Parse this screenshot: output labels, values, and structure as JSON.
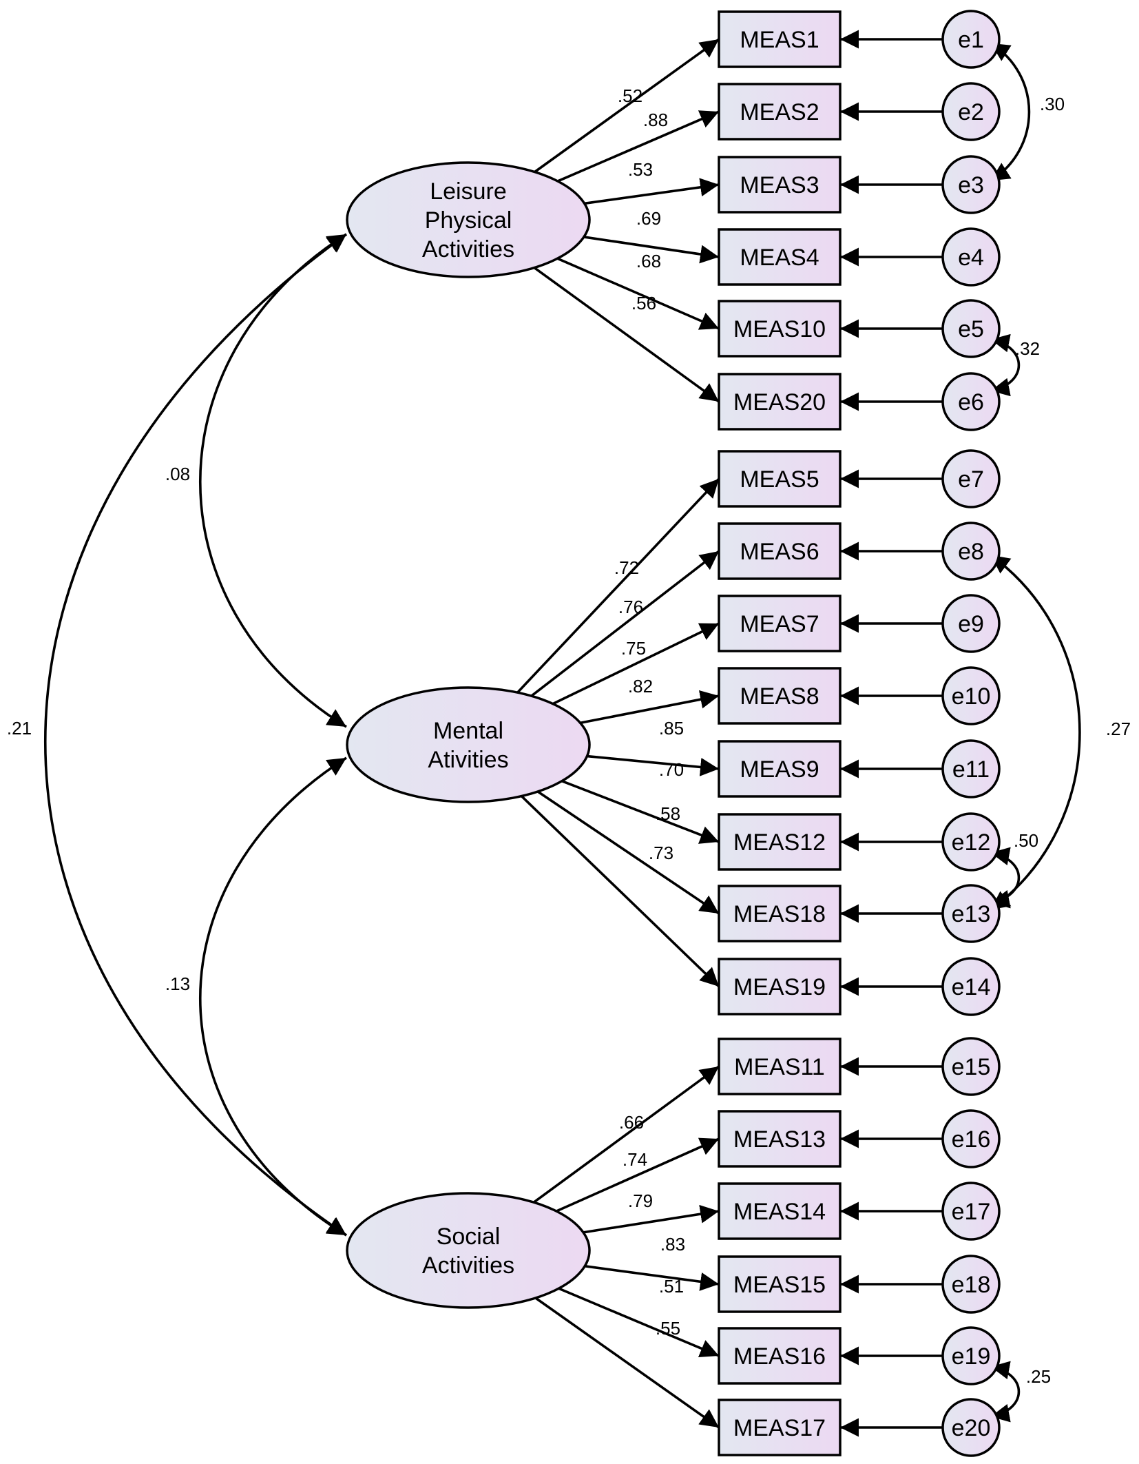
{
  "colors": {
    "fill_left": "#e3e7f1",
    "fill_right": "#ecd9f2",
    "stroke": "#000000",
    "background": "#ffffff"
  },
  "latents": [
    {
      "id": "lpa",
      "lines": [
        "Leisure",
        "Physical",
        "Activities"
      ]
    },
    {
      "id": "ma",
      "lines": [
        "Mental",
        "Ativities"
      ]
    },
    {
      "id": "sa",
      "lines": [
        "Social",
        "Activities"
      ]
    }
  ],
  "indicators": [
    {
      "label": "MEAS1",
      "factor": "lpa",
      "loading": ".52",
      "error": "e1"
    },
    {
      "label": "MEAS2",
      "factor": "lpa",
      "loading": ".88",
      "error": "e2"
    },
    {
      "label": "MEAS3",
      "factor": "lpa",
      "loading": ".53",
      "error": "e3"
    },
    {
      "label": "MEAS4",
      "factor": "lpa",
      "loading": ".69",
      "error": "e4"
    },
    {
      "label": "MEAS10",
      "factor": "lpa",
      "loading": ".68",
      "error": "e5"
    },
    {
      "label": "MEAS20",
      "factor": "lpa",
      "loading": ".56",
      "error": "e6"
    },
    {
      "label": "MEAS5",
      "factor": "ma",
      "loading": ".72",
      "error": "e7"
    },
    {
      "label": "MEAS6",
      "factor": "ma",
      "loading": ".76",
      "error": "e8"
    },
    {
      "label": "MEAS7",
      "factor": "ma",
      "loading": ".75",
      "error": "e9"
    },
    {
      "label": "MEAS8",
      "factor": "ma",
      "loading": ".82",
      "error": "e10"
    },
    {
      "label": "MEAS9",
      "factor": "ma",
      "loading": ".85",
      "error": "e11"
    },
    {
      "label": "MEAS12",
      "factor": "ma",
      "loading": ".70",
      "error": "e12"
    },
    {
      "label": "MEAS18",
      "factor": "ma",
      "loading": ".58",
      "error": "e13"
    },
    {
      "label": "MEAS19",
      "factor": "ma",
      "loading": ".73",
      "error": "e14"
    },
    {
      "label": "MEAS11",
      "factor": "sa",
      "loading": ".66",
      "error": "e15"
    },
    {
      "label": "MEAS13",
      "factor": "sa",
      "loading": ".74",
      "error": "e16"
    },
    {
      "label": "MEAS14",
      "factor": "sa",
      "loading": ".79",
      "error": "e17"
    },
    {
      "label": "MEAS15",
      "factor": "sa",
      "loading": ".83",
      "error": "e18"
    },
    {
      "label": "MEAS16",
      "factor": "sa",
      "loading": ".51",
      "error": "e19"
    },
    {
      "label": "MEAS17",
      "factor": "sa",
      "loading": ".55",
      "error": "e20"
    }
  ],
  "factor_correlations": [
    {
      "from": "lpa",
      "to": "ma",
      "value": ".08"
    },
    {
      "from": "ma",
      "to": "sa",
      "value": ".13"
    },
    {
      "from": "lpa",
      "to": "sa",
      "value": ".21"
    }
  ],
  "error_covariances": [
    {
      "from": "e1",
      "to": "e3",
      "value": ".30"
    },
    {
      "from": "e5",
      "to": "e6",
      "value": ".32"
    },
    {
      "from": "e8",
      "to": "e13",
      "value": ".27"
    },
    {
      "from": "e12",
      "to": "e13",
      "value": ".50"
    },
    {
      "from": "e19",
      "to": "e20",
      "value": ".25"
    }
  ]
}
